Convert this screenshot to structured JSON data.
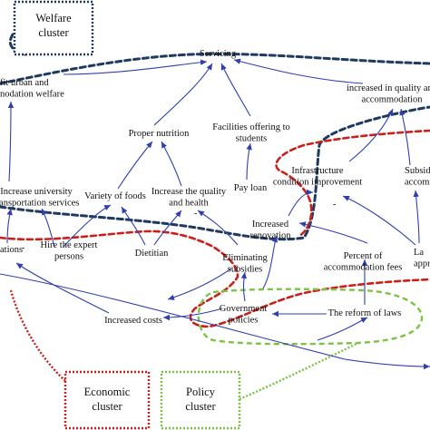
{
  "clusters": {
    "welfare": {
      "label": "Welfare\ncluster",
      "color": "#1f3a5f"
    },
    "economic": {
      "label": "Economic\ncluster",
      "color": "#cc1f1a"
    },
    "policy": {
      "label": "Policy\ncluster",
      "color": "#7dc242"
    }
  },
  "arrow_color": "#2f3fb0",
  "nodes": {
    "servicing": "Servicing",
    "urban_welfare": "fit urban and\nnodation welfare",
    "accommodation_quality": "increased in quality and\naccommodation",
    "proper_nutrition": "Proper nutrition",
    "facilities_students": "Facilities offering to\nstudents",
    "infrastructure": "Infrastructure\ncondition improvement",
    "subsidies_accommodation": "Subsidi\naccomm",
    "pay_loan": "Pay loan",
    "university_transport": "Increase university\ntransportation services",
    "variety_foods": "Variety of foods",
    "quality_health": "Increase the quality\nand health",
    "increased_renovation": "Increased\nrenovation",
    "hire_experts": "Hire the expert\npersons",
    "dietitian": "Dietitian",
    "eliminating_subsidies": "Eliminating\nsubsidies",
    "accommodation_fees": "Percent of\naccommodation fees",
    "lar_appro": "La\nappro",
    "ations": "ations",
    "increased_costs": "Increased costs",
    "government_policies": "Government\npolicies",
    "reform_laws": "The reform of laws"
  }
}
